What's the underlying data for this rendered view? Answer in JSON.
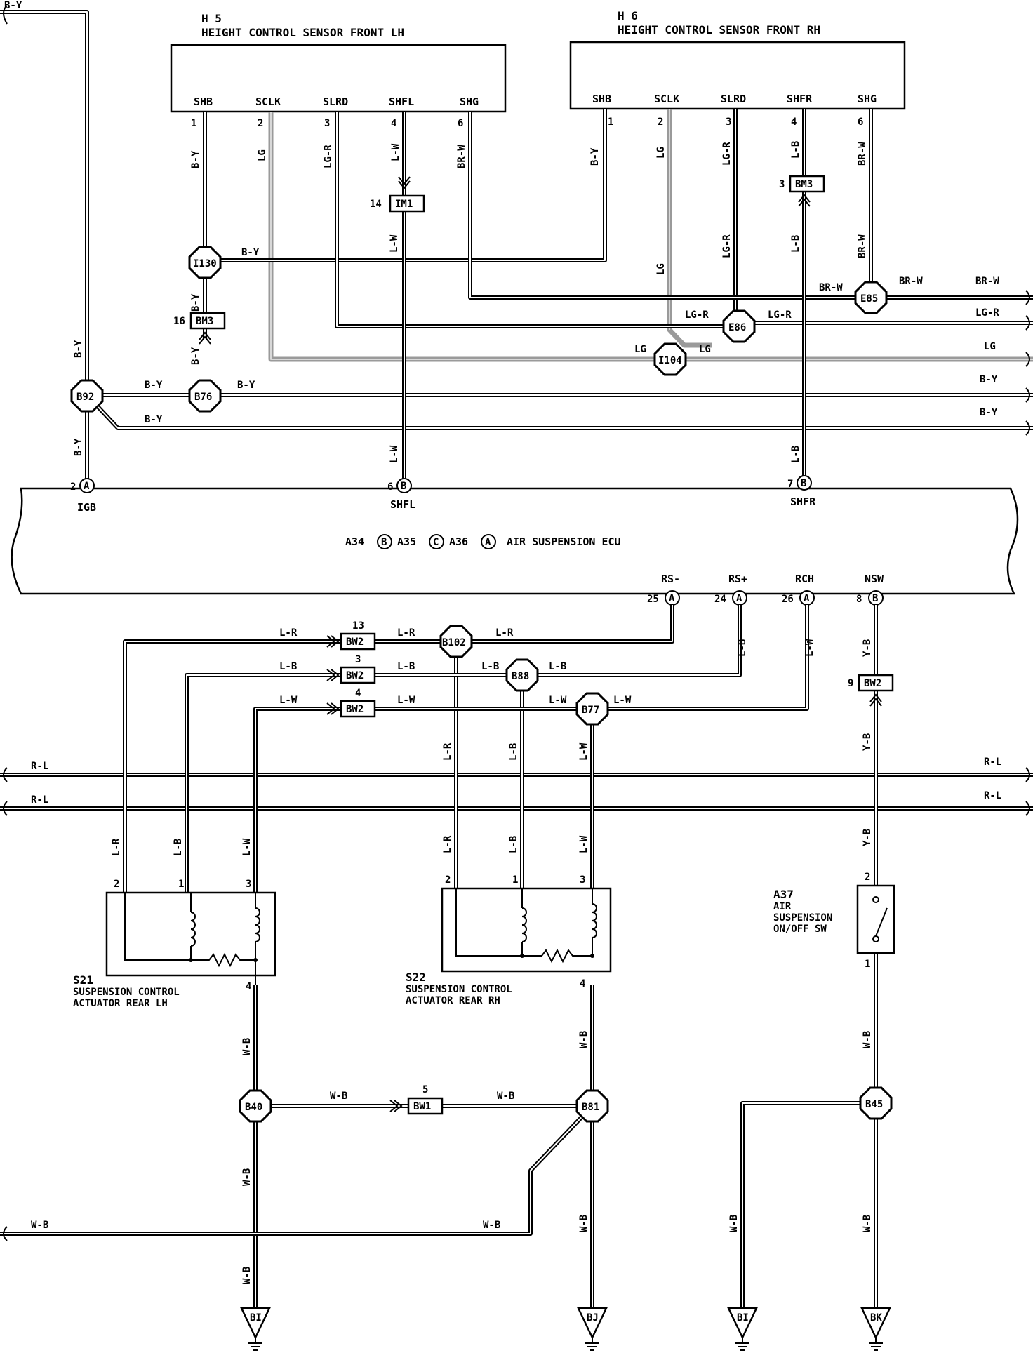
{
  "colors": {
    "ink": "#000000",
    "light_green_wire": "#9a9a9a",
    "paper": "#ffffff"
  },
  "sensors": {
    "lh": {
      "id": "H 5",
      "name": "HEIGHT CONTROL SENSOR FRONT LH",
      "pins": [
        "SHB",
        "SCLK",
        "SLRD",
        "SHFL",
        "SHG"
      ],
      "pin_numbers": [
        "1",
        "2",
        "3",
        "4",
        "6"
      ]
    },
    "rh": {
      "id": "H 6",
      "name": "HEIGHT CONTROL SENSOR FRONT RH",
      "pins": [
        "SHB",
        "SCLK",
        "SLRD",
        "SHFR",
        "SHG"
      ],
      "pin_numbers": [
        "1",
        "2",
        "3",
        "4",
        "6"
      ]
    }
  },
  "ecu": {
    "label": "AIR SUSPENSION ECU",
    "connectors": [
      "A34",
      "B",
      "A35",
      "C",
      "A36",
      "A"
    ],
    "top_pins": [
      {
        "name": "IGB",
        "number": "2",
        "letter": "A"
      },
      {
        "name": "SHFL",
        "number": "6",
        "letter": "B"
      },
      {
        "name": "SHFR",
        "number": "7",
        "letter": "B"
      }
    ],
    "bottom_pins": [
      {
        "name": "RS-",
        "number": "25",
        "letter": "A"
      },
      {
        "name": "RS+",
        "number": "24",
        "letter": "A"
      },
      {
        "name": "RCH",
        "number": "26",
        "letter": "A"
      },
      {
        "name": "NSW",
        "number": "8",
        "letter": "B"
      }
    ]
  },
  "junctions": [
    "I130",
    "B92",
    "B76",
    "E85",
    "E86",
    "I104",
    "B102",
    "B88",
    "B77",
    "B40",
    "B81",
    "B45"
  ],
  "connectors": [
    {
      "id": "IM1",
      "pin": "14"
    },
    {
      "id": "BM3",
      "pin": "3"
    },
    {
      "id": "BM3",
      "pin": "16"
    },
    {
      "id": "BW2",
      "pin": "13"
    },
    {
      "id": "BW2",
      "pin": "3"
    },
    {
      "id": "BW2",
      "pin": "4"
    },
    {
      "id": "BW2",
      "pin": "9"
    },
    {
      "id": "BW1",
      "pin": "5"
    }
  ],
  "wire_colors": [
    "B-Y",
    "LG",
    "LG-R",
    "L-W",
    "BR-W",
    "L-R",
    "L-B",
    "R-L",
    "Y-B",
    "W-B"
  ],
  "actuators": {
    "lh": {
      "id": "S21",
      "line1": "SUSPENSION CONTROL",
      "line2": "ACTUATOR REAR LH",
      "pins": [
        "2",
        "1",
        "3",
        "4"
      ]
    },
    "rh": {
      "id": "S22",
      "line1": "SUSPENSION CONTROL",
      "line2": "ACTUATOR REAR RH",
      "pins": [
        "2",
        "1",
        "3",
        "4"
      ]
    }
  },
  "switch": {
    "id": "A37",
    "line1": "AIR",
    "line2": "SUSPENSION",
    "line3": "ON/OFF SW",
    "pins": [
      "2",
      "1"
    ]
  },
  "grounds": [
    "BI",
    "BJ",
    "BI",
    "BK"
  ]
}
